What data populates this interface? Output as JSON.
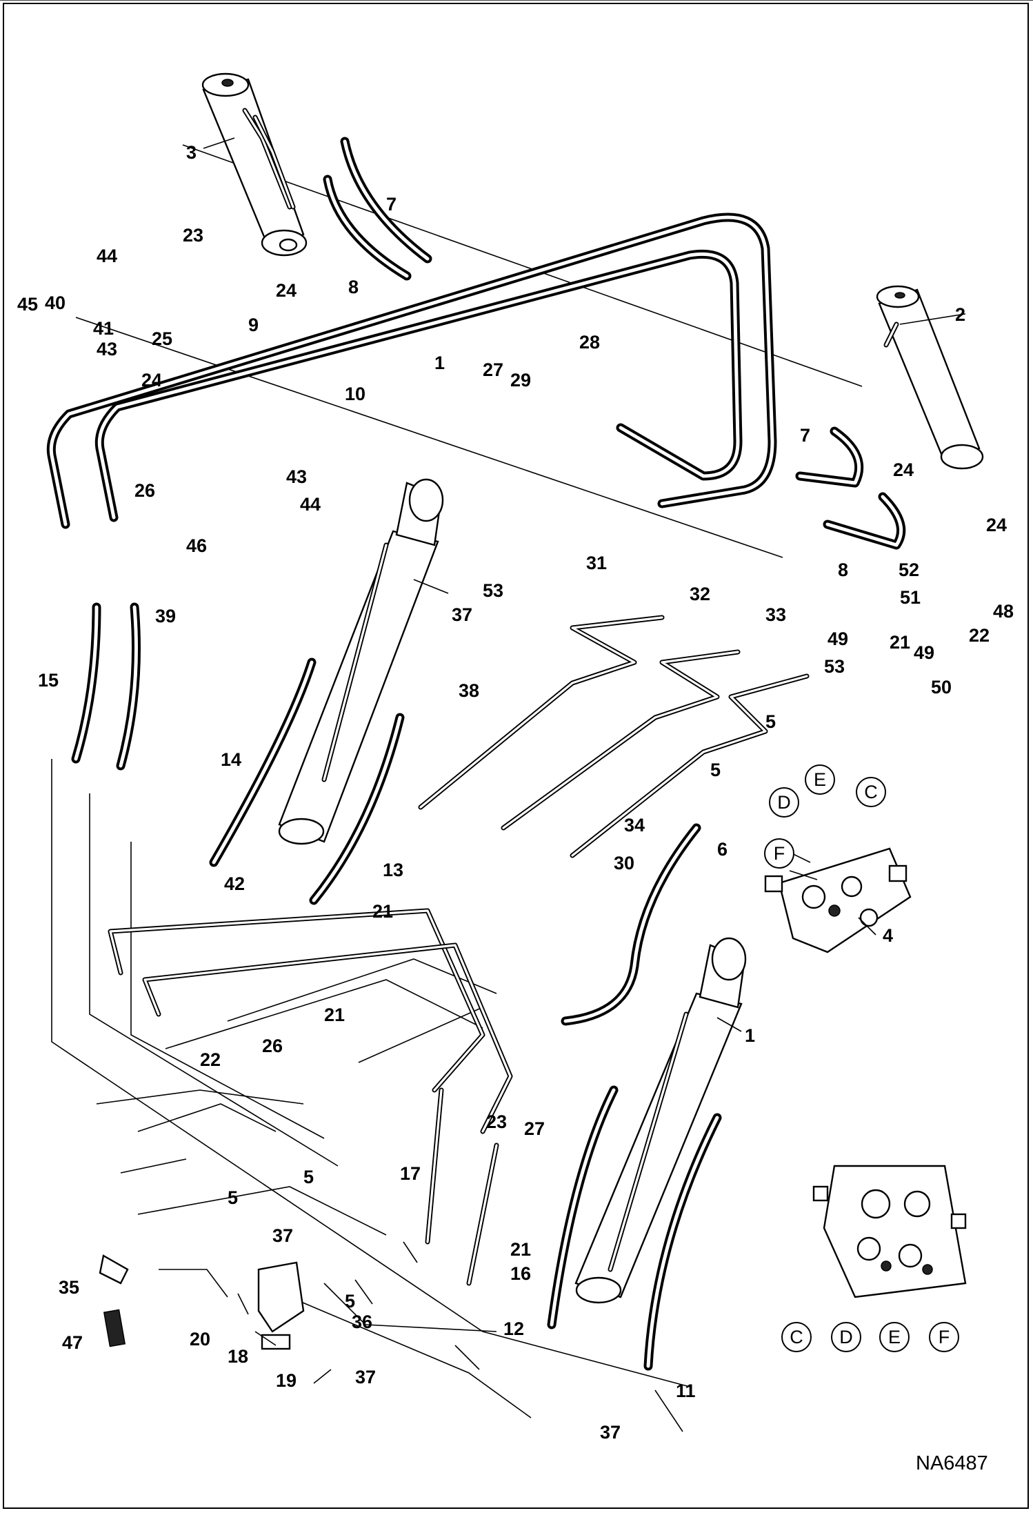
{
  "diagram": {
    "drawing_number": "NA6487",
    "callouts": [
      "1",
      "1",
      "2",
      "3",
      "4",
      "5",
      "5",
      "5",
      "5",
      "5",
      "6",
      "7",
      "7",
      "8",
      "8",
      "9",
      "10",
      "11",
      "12",
      "13",
      "14",
      "15",
      "16",
      "17",
      "18",
      "19",
      "20",
      "21",
      "21",
      "21",
      "21",
      "22",
      "22",
      "23",
      "23",
      "24",
      "24",
      "24",
      "24",
      "25",
      "26",
      "26",
      "27",
      "27",
      "28",
      "29",
      "30",
      "31",
      "32",
      "33",
      "34",
      "35",
      "36",
      "37",
      "37",
      "37",
      "37",
      "38",
      "39",
      "40",
      "41",
      "42",
      "43",
      "43",
      "44",
      "44",
      "45",
      "46",
      "47",
      "48",
      "49",
      "49",
      "50",
      "51",
      "52",
      "53",
      "53"
    ],
    "port_labels_valve": [
      "D",
      "E",
      "C",
      "F"
    ],
    "port_labels_inset": [
      "C",
      "D",
      "E",
      "F"
    ]
  }
}
